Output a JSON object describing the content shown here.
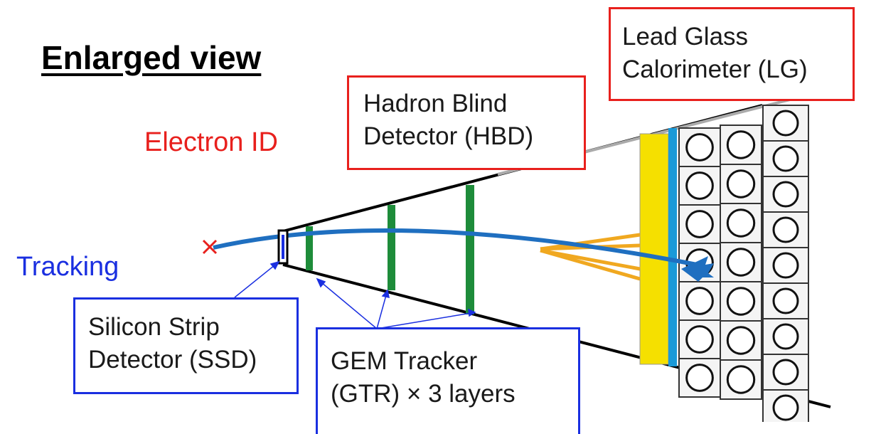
{
  "title": "Enlarged view",
  "categories": {
    "electron_id": "Electron ID",
    "tracking": "Tracking"
  },
  "labels": {
    "lg": {
      "line1": "Lead Glass",
      "line2": "Calorimeter (LG)"
    },
    "hbd": {
      "line1": "Hadron Blind",
      "line2": "Detector (HBD)"
    },
    "ssd": {
      "line1": "Silicon Strip",
      "line2": "Detector (SSD)"
    },
    "gtr": {
      "line1": "GEM Tracker",
      "line2": "(GTR) × 3 layers"
    }
  },
  "colors": {
    "red_label": "#e8201d",
    "blue_label": "#1a2fe0",
    "track": "#1f6fc0",
    "gem_layer": "#1e8c3a",
    "hbd_yellow": "#f5e000",
    "hbd_blue": "#1a9ad8",
    "shower": "#f0a820"
  },
  "counts": {
    "calorimeter_columns": 3,
    "gem_layers": 3
  },
  "symbols": {
    "vertex": "collision-vertex-x-mark"
  }
}
